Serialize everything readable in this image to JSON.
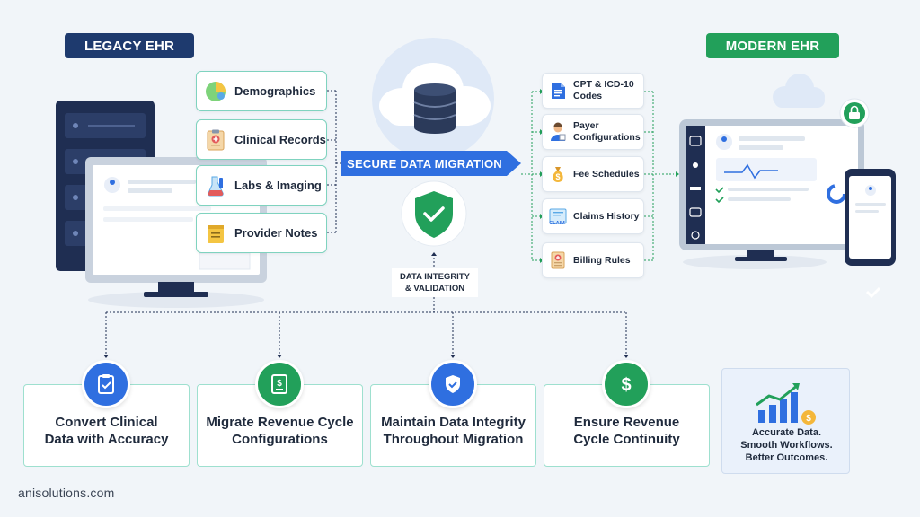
{
  "legacy": {
    "label": "LEGACY EHR"
  },
  "modern": {
    "label": "MODERN EHR"
  },
  "sources": [
    {
      "label": "Demographics",
      "icon": "pie-chart-icon"
    },
    {
      "label": "Clinical Records",
      "icon": "clipboard-medical-icon"
    },
    {
      "label": "Labs & Imaging",
      "icon": "lab-flask-icon"
    },
    {
      "label": "Provider Notes",
      "icon": "notepad-icon"
    }
  ],
  "migration": {
    "label": "SECURE DATA MIGRATION"
  },
  "integrity": {
    "line1": "DATA INTEGRITY",
    "line2": "& VALIDATION"
  },
  "destinations": [
    {
      "line1": "CPT & ICD-10",
      "line2": "Codes",
      "icon": "document-icon"
    },
    {
      "line1": "Payer",
      "line2": "Configurations",
      "icon": "person-icon"
    },
    {
      "line1": "Fee Schedules",
      "line2": "",
      "icon": "money-bag-icon"
    },
    {
      "line1": "Claims History",
      "line2": "",
      "icon": "claim-form-icon",
      "icon_text": "CLAIM"
    },
    {
      "line1": "Billing Rules",
      "line2": "",
      "icon": "billing-rules-icon"
    }
  ],
  "benefits": [
    {
      "line1": "Convert Clinical",
      "line2": "Data with Accuracy",
      "icon": "clipboard-check-icon",
      "color": "#2f6fe0"
    },
    {
      "line1": "Migrate Revenue Cycle",
      "line2": "Configurations",
      "icon": "dollar-document-icon",
      "color": "#22a05a"
    },
    {
      "line1": "Maintain Data Integrity",
      "line2": "Throughout Migration",
      "icon": "shield-check-icon",
      "color": "#2f6fe0"
    },
    {
      "line1": "Ensure Revenue",
      "line2": "Cycle Continuity",
      "icon": "dollar-sign-icon",
      "color": "#22a05a"
    }
  ],
  "outcome": {
    "line1": "Accurate Data.",
    "line2": "Smooth Workflows.",
    "line3": "Better Outcomes."
  },
  "footer": {
    "text": "anisolutions.com"
  },
  "colors": {
    "navy": "#1e3a6e",
    "green": "#22a05a",
    "blue": "#2f6fe0",
    "teal_border": "#7fd3bf"
  }
}
